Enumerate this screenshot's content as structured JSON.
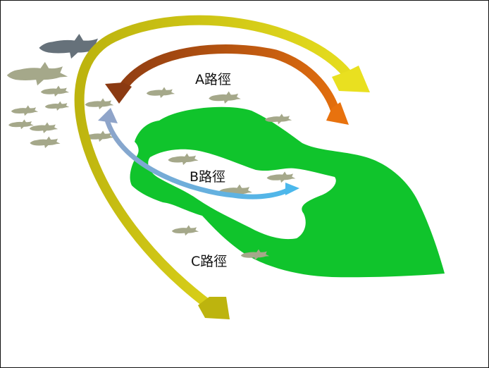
{
  "routes": {
    "a": {
      "label": "A路徑",
      "gradient": [
        "#8B3A12",
        "#E8720E"
      ]
    },
    "b": {
      "label": "B路徑",
      "gradient": [
        "#8FA4C9",
        "#4BB8EC"
      ]
    },
    "c": {
      "label": "C路徑",
      "gradient": [
        "#BDB40E",
        "#E9E020"
      ]
    }
  },
  "colors": {
    "island": "#10C42C",
    "lagoon": "#FFFFFF",
    "shark_large": "#66717A",
    "shark_small": "#A5A88A",
    "frame": "#111111"
  },
  "icons": {
    "shark_large": "shark-icon",
    "shark_small": "shark-icon",
    "island": "island-shape"
  }
}
